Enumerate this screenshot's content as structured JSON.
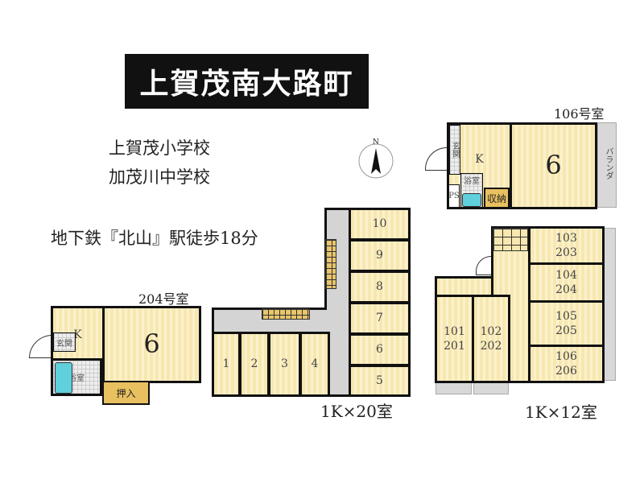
{
  "title": "上賀茂南大路町",
  "info": {
    "elementary_school": "上賀茂小学校",
    "junior_high_school": "加茂川中学校",
    "access": "地下鉄『北山』駅徒歩18分"
  },
  "compass": {
    "north_label": "N"
  },
  "unit_106": {
    "label": "106号室",
    "kitchen": "K",
    "room_size": "6",
    "entrance": "玄関",
    "bath": "浴室",
    "ps": "PS",
    "storage": "収納",
    "balcony": "バランダ"
  },
  "unit_204": {
    "label": "204号室",
    "kitchen": "K",
    "room_size": "6",
    "entrance": "玄関",
    "bath": "浴室",
    "closet": "押入"
  },
  "building_a": {
    "rooms_bottom": [
      "1",
      "2",
      "3",
      "4"
    ],
    "rooms_right": [
      "10",
      "9",
      "8",
      "7",
      "6",
      "5"
    ],
    "summary": "1K×20室"
  },
  "building_b": {
    "rooms_left": [
      "101\n201",
      "102\n202"
    ],
    "rooms_right": [
      "103\n203",
      "104\n204",
      "105\n205",
      "106\n206"
    ],
    "summary": "1K×12室"
  }
}
